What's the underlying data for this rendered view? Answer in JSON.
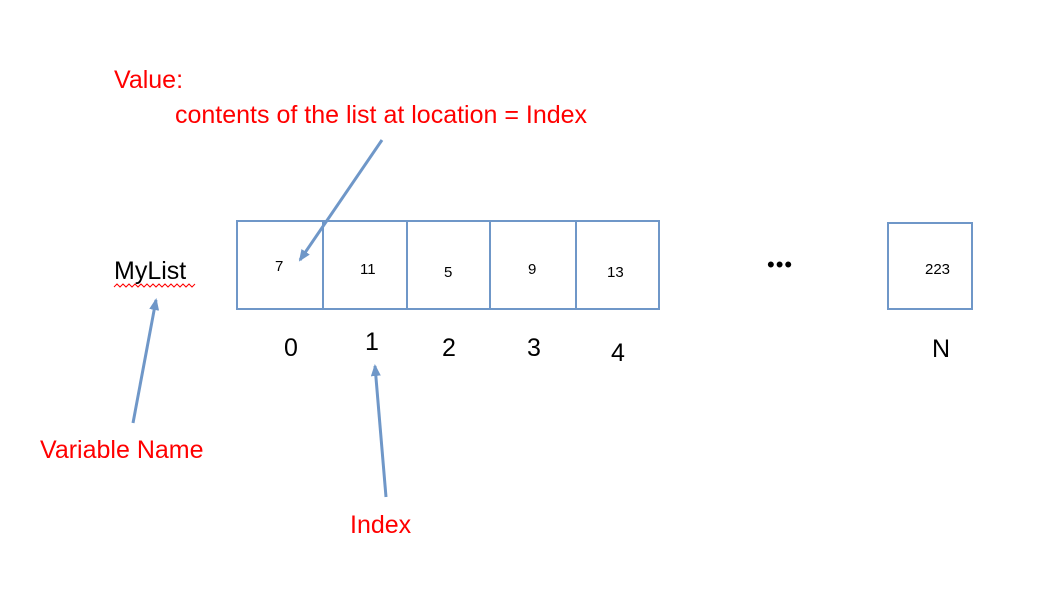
{
  "annotations": {
    "value_title": "Value:",
    "value_desc": "contents of the list at location = Index",
    "variable_name": "Variable Name",
    "index": "Index"
  },
  "list": {
    "name": "MyList",
    "cells": [
      {
        "value": "7",
        "index": "0"
      },
      {
        "value": "11",
        "index": "1"
      },
      {
        "value": "5",
        "index": "2"
      },
      {
        "value": "9",
        "index": "3"
      },
      {
        "value": "13",
        "index": "4"
      }
    ],
    "ellipsis": "•••",
    "last_cell": {
      "value": "223",
      "index": "N"
    }
  },
  "colors": {
    "annotation": "#ff0000",
    "cell_border": "#6f97c8",
    "arrow": "#6f97c8"
  }
}
